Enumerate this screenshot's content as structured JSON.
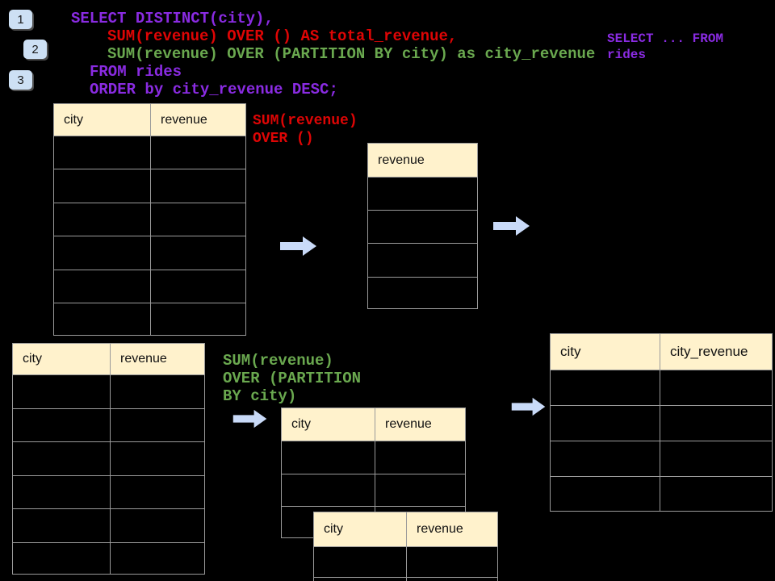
{
  "badges": [
    {
      "label": "1"
    },
    {
      "label": "2"
    },
    {
      "label": "3"
    }
  ],
  "code": {
    "lines": [
      {
        "text": "SELECT DISTINCT(city),",
        "color": "purple"
      },
      {
        "text": "SUM(revenue) OVER () AS total_revenue,",
        "color": "red"
      },
      {
        "text": "SUM(revenue) OVER (PARTITION BY city) as city_revenue",
        "color": "green"
      },
      {
        "text": "FROM rides",
        "color": "purple"
      },
      {
        "text": "ORDER by city_revenue DESC;",
        "color": "purple"
      }
    ]
  },
  "side_note": {
    "line1": "SELECT ... FROM",
    "line2": "rides"
  },
  "annotations": {
    "total_revenue": {
      "line1": "SUM(revenue)",
      "line2": "OVER ()"
    },
    "partition": {
      "line1": "SUM(revenue)",
      "line2": "OVER (PARTITION",
      "line3": "BY city)"
    }
  },
  "tables": {
    "source_top": {
      "headers": [
        "city",
        "revenue"
      ],
      "row_count": 6
    },
    "revenue_only": {
      "headers": [
        "revenue"
      ],
      "row_count": 4
    },
    "source_bottom": {
      "headers": [
        "city",
        "revenue"
      ],
      "row_count": 6
    },
    "partition_mid": {
      "headers": [
        "city",
        "revenue"
      ],
      "row_count": 3
    },
    "partition_overlap": {
      "headers": [
        "city",
        "revenue"
      ],
      "row_count": 2
    },
    "result": {
      "headers": [
        "city",
        "city_revenue"
      ],
      "row_count": 4
    }
  },
  "colors": {
    "purple": "#8A2BE2",
    "red": "#DE0505",
    "green": "#6AA84F",
    "yellow": "#FFF2CC",
    "arrow": "#C9DAF8",
    "badge": "#CDE0F4",
    "border": "#9A9A9A"
  }
}
